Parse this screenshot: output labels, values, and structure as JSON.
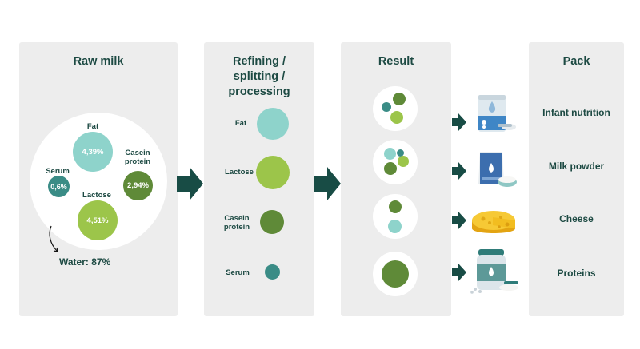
{
  "colors": {
    "panel_bg": "#ededed",
    "fat": "#8ed3cb",
    "lactose": "#9cc54a",
    "casein": "#5f8a38",
    "serum": "#3a8c86",
    "arrow": "#184c45",
    "text": "#1d4a43"
  },
  "raw_milk": {
    "title": "Raw milk",
    "fat": {
      "label": "Fat",
      "value": "4,39%"
    },
    "casein": {
      "label": "Casein\nprotein",
      "value": "2,94%"
    },
    "serum": {
      "label": "Serum",
      "value": "0,6%"
    },
    "lactose": {
      "label": "Lactose",
      "value": "4,51%"
    },
    "water": "Water: 87%"
  },
  "refining": {
    "title": "Refining /\nsplitting /\nprocessing",
    "items": [
      {
        "label": "Fat"
      },
      {
        "label": "Lactose"
      },
      {
        "label": "Casein\nprotein"
      },
      {
        "label": "Serum"
      }
    ]
  },
  "result": {
    "title": "Result"
  },
  "pack": {
    "title": "Pack",
    "items": [
      {
        "label": "Infant nutrition",
        "icon": "infant-formula-can-icon"
      },
      {
        "label": "Milk powder",
        "icon": "milk-powder-bag-icon"
      },
      {
        "label": "Cheese",
        "icon": "cheese-wheel-icon"
      },
      {
        "label": "Proteins",
        "icon": "protein-jar-icon"
      }
    ]
  }
}
